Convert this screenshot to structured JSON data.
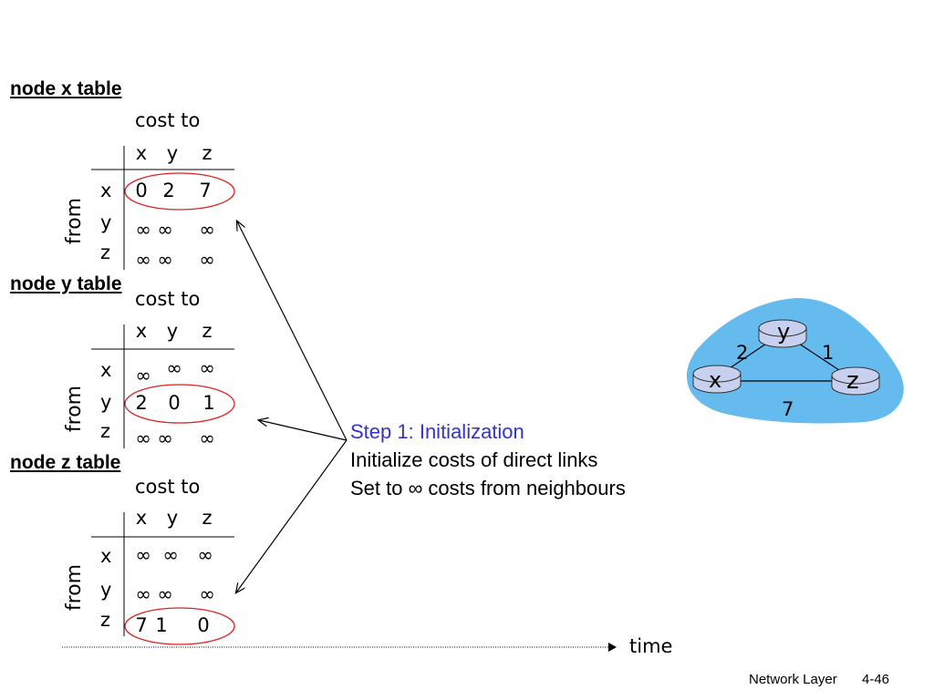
{
  "tables": [
    {
      "heading": "node x table",
      "cost_to": "cost to",
      "from": "from",
      "cols": [
        "x",
        "y",
        "z"
      ],
      "rows": [
        {
          "label": "x",
          "values": [
            "0",
            "2",
            "7"
          ]
        },
        {
          "label": "y",
          "values": [
            "∞",
            "∞",
            "∞"
          ]
        },
        {
          "label": "z",
          "values": [
            "∞",
            "∞",
            "∞"
          ]
        }
      ]
    },
    {
      "heading": "node y table",
      "cost_to": "cost to",
      "from": "from",
      "cols": [
        "x",
        "y",
        "z"
      ],
      "rows": [
        {
          "label": "x",
          "values": [
            "∞",
            "∞",
            "∞"
          ]
        },
        {
          "label": "y",
          "values": [
            "2",
            "0",
            "1"
          ]
        },
        {
          "label": "z",
          "values": [
            "∞",
            "∞",
            "∞"
          ]
        }
      ]
    },
    {
      "heading": "node z table",
      "cost_to": "cost to",
      "from": "from",
      "cols": [
        "x",
        "y",
        "z"
      ],
      "rows": [
        {
          "label": "x",
          "values": [
            "∞",
            "∞",
            "∞"
          ]
        },
        {
          "label": "y",
          "values": [
            "∞",
            "∞",
            "∞"
          ]
        },
        {
          "label": "z",
          "values": [
            "7",
            "1",
            "0"
          ]
        }
      ]
    }
  ],
  "step": {
    "title": "Step 1: Initialization",
    "line1": "Initialize costs of direct links",
    "line2": "Set to ∞ costs from neighbours",
    "title_color": "#3333cc"
  },
  "network": {
    "nodes": [
      "x",
      "y",
      "z"
    ],
    "links": [
      {
        "from": "x",
        "to": "y",
        "cost": "2"
      },
      {
        "from": "y",
        "to": "z",
        "cost": "1"
      },
      {
        "from": "x",
        "to": "z",
        "cost": "7"
      }
    ],
    "cloud_color": "#66bbee",
    "router_color": "#c8d0f0"
  },
  "timeline": {
    "label": "time"
  },
  "footer": {
    "section": "Network Layer",
    "page": "4-46"
  },
  "highlight_color": "#dd2222"
}
